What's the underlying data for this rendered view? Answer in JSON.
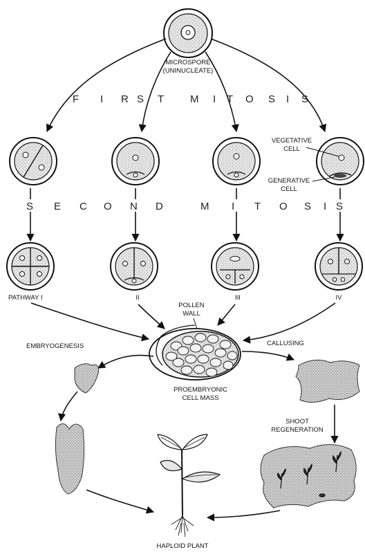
{
  "labels": {
    "microspore": "MICROSPORE",
    "uninucleate": "(UNINUCLEATE)",
    "vegetative_1": "VEGETATIVE",
    "vegetative_2": "CELL",
    "generative_1": "GENERATIVE",
    "generative_2": "CELL",
    "pathway_1": "PATHWAY I",
    "pathway_2": "II",
    "pathway_3": "III",
    "pathway_4": "IV",
    "pollen_1": "POLLEN",
    "pollen_2": "WALL",
    "embryogenesis": "EMBRYOGENESIS",
    "callusing": "CALLUSING",
    "proembryonic_1": "PROEMBRYONIC",
    "proembryonic_2": "CELL MASS",
    "shoot_1": "SHOOT",
    "shoot_2": "REGENERATION",
    "haploid": "HAPLOID PLANT"
  },
  "first_mitosis": [
    "F",
    "I",
    "R",
    "S",
    "T",
    "M",
    "I",
    "T",
    "O",
    "S",
    "I",
    "S"
  ],
  "second_mitosis": [
    "S",
    "E",
    "C",
    "O",
    "N",
    "D",
    "M",
    "I",
    "T",
    "O",
    "S",
    "I",
    "S"
  ]
}
